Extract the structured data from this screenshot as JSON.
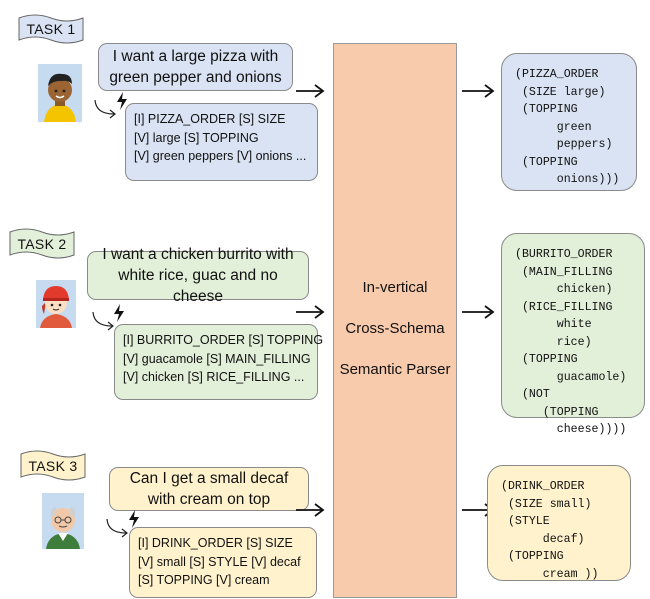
{
  "tasks": [
    {
      "label": "TASK 1",
      "utterance": "I want a large pizza with green pepper and onions",
      "slots": "[I] PIZZA_ORDER [S] SIZE\n[V] large [S] TOPPING\n[V] green peppers [V] onions ...",
      "output": "(PIZZA_ORDER\n (SIZE large)\n (TOPPING\n      green\n      peppers)\n (TOPPING\n      onions)))"
    },
    {
      "label": "TASK 2",
      "utterance": "I want a chicken burrito with white rice, guac and no cheese",
      "slots": "[I] BURRITO_ORDER [S] TOPPING\n[V] guacamole [S] MAIN_FILLING\n[V] chicken [S] RICE_FILLING ...",
      "output": "(BURRITO_ORDER\n (MAIN_FILLING\n      chicken)\n (RICE_FILLING\n      white\n      rice)\n (TOPPING\n      guacamole)\n (NOT\n    (TOPPING\n      cheese))))"
    },
    {
      "label": "TASK 3",
      "utterance": "Can I get a small decaf with cream on top",
      "slots": "[I] DRINK_ORDER [S] SIZE\n[V] small [S] STYLE [V] decaf\n[S] TOPPING [V] cream",
      "output": "(DRINK_ORDER\n (SIZE small)\n (STYLE\n      decaf)\n (TOPPING\n      cream ))"
    }
  ],
  "parser": {
    "line1": "In-vertical",
    "line2": "Cross-Schema",
    "line3": "Semantic Parser"
  },
  "colors": {
    "task1": "#dae3f3",
    "task2": "#e2efd9",
    "task3": "#fff2cc",
    "parser": "#f8cbad"
  },
  "icons": [
    "user-avatar-icon",
    "lightning-icon",
    "curved-arrow-icon",
    "right-arrow-icon"
  ]
}
